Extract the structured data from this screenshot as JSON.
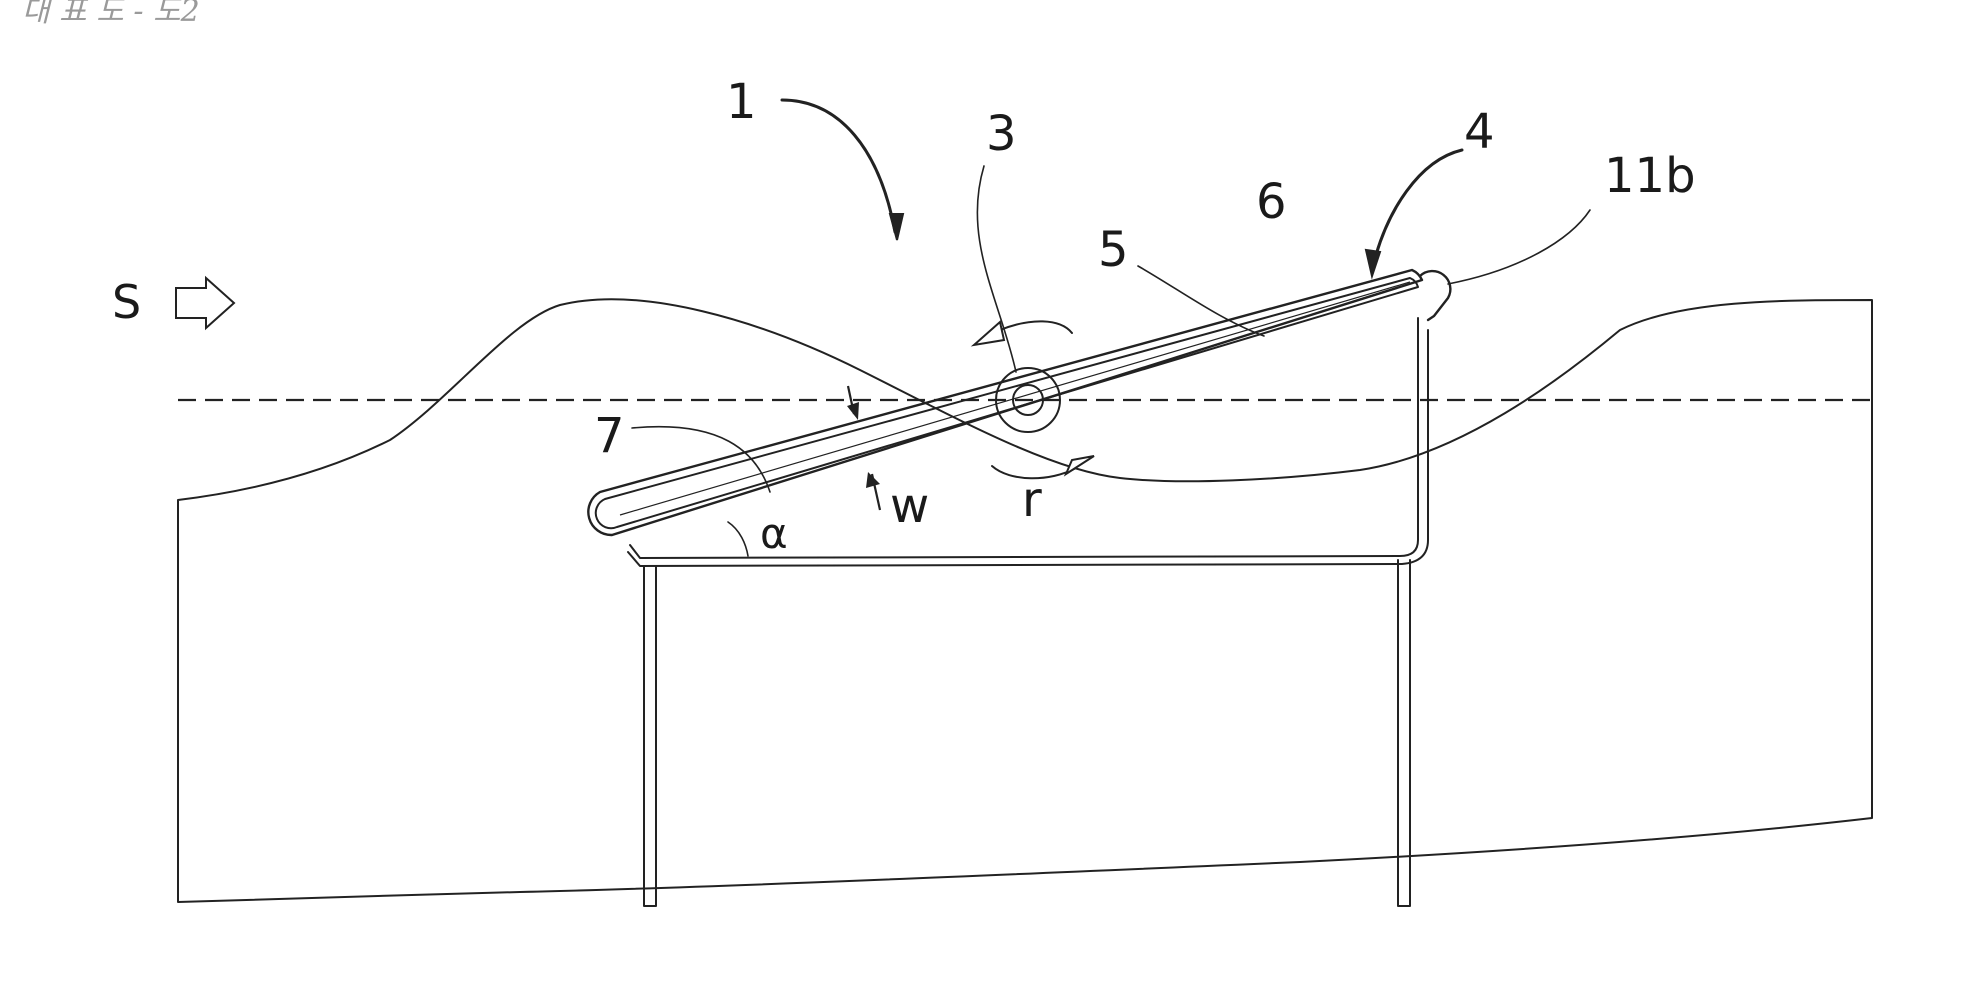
{
  "header_text": "대 표 도 - 도2",
  "labels": {
    "flow": "S",
    "device": "1",
    "pivot": "3",
    "rotor": "4",
    "part_5": "5",
    "part_6": "6",
    "part_7": "7",
    "outline": "11b",
    "width": "w",
    "rotation": "r",
    "angle": "α"
  },
  "colors": {
    "ink": "#222222",
    "background": "#ffffff"
  }
}
